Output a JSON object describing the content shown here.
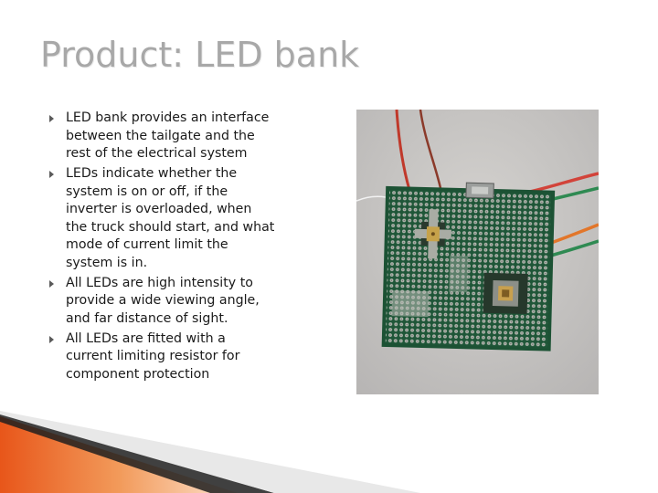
{
  "slide": {
    "title": "Product: LED bank",
    "bullets": [
      "LED bank provides an interface between the tailgate and the rest of the electrical system",
      "LEDs indicate whether the system is on or off, if the inverter is overloaded, when the truck should start, and what mode of current limit the system is in.",
      "All LEDs are high intensity to provide a wide viewing angle, and far distance of sight.",
      "All LEDs are fitted with a current limiting resistor for component protection"
    ]
  },
  "colors": {
    "title": "#a8a8a8",
    "text": "#1a1a1a",
    "bullet_arrow": "#5a5a5a",
    "accent_orange": "#e8621c",
    "pcb_green": "#1e5a3c"
  },
  "icons": {
    "bullet": "triangle-right-icon"
  }
}
